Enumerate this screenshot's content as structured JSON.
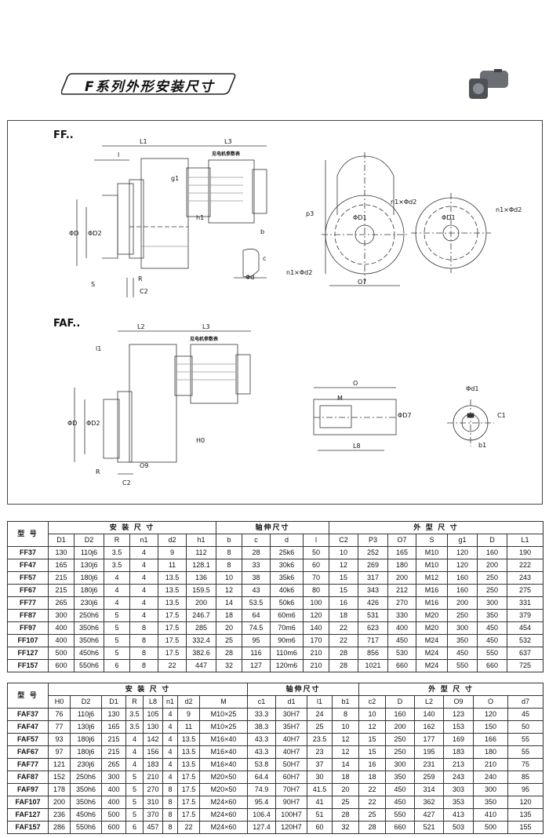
{
  "banner": {
    "title": "F系列外形安装尺寸"
  },
  "drawing": {
    "ff": {
      "title": "FF..",
      "labels": [
        "L1",
        "L3",
        "见电机参数表",
        "l",
        "g1",
        "h1",
        "ΦD",
        "ΦD2",
        "S",
        "R",
        "C2",
        "b",
        "c",
        "Φd",
        "p3",
        "ΦD1",
        "n1×Φd2",
        "n1×Φd2",
        "O7",
        "ΦD1",
        "n1×Φd2"
      ]
    },
    "faf": {
      "title": "FAF..",
      "labels": [
        "L2",
        "L3",
        "见电机参数表",
        "l1",
        "ΦD",
        "ΦD2",
        "H0",
        "R",
        "O9",
        "C2",
        "O",
        "M",
        "ΦD7",
        "L8",
        "Φd1",
        "C1",
        "b1"
      ]
    }
  },
  "ff_table": {
    "group_headers": [
      "型 号",
      "安 装 尺 寸",
      "轴伸尺寸",
      "外 型 尺 寸"
    ],
    "columns": [
      "D1",
      "D2",
      "R",
      "n1",
      "d2",
      "h1",
      "b",
      "c",
      "d",
      "l",
      "C2",
      "P3",
      "O7",
      "S",
      "g1",
      "D",
      "L1"
    ],
    "rows": [
      [
        "FF37",
        "130",
        "110j6",
        "3.5",
        "4",
        "9",
        "112",
        "8",
        "28",
        "25k6",
        "50",
        "10",
        "252",
        "165",
        "M10",
        "120",
        "160",
        "190"
      ],
      [
        "FF47",
        "165",
        "130j6",
        "3.5",
        "4",
        "11",
        "128.1",
        "8",
        "33",
        "30k6",
        "60",
        "12",
        "269",
        "180",
        "M10",
        "120",
        "200",
        "222"
      ],
      [
        "FF57",
        "215",
        "180j6",
        "4",
        "4",
        "13.5",
        "136",
        "10",
        "38",
        "35k6",
        "70",
        "15",
        "317",
        "200",
        "M12",
        "160",
        "250",
        "243"
      ],
      [
        "FF67",
        "215",
        "180j6",
        "4",
        "4",
        "13.5",
        "159.5",
        "12",
        "43",
        "40k6",
        "80",
        "15",
        "343",
        "212",
        "M16",
        "160",
        "250",
        "275"
      ],
      [
        "FF77",
        "265",
        "230j6",
        "4",
        "4",
        "13.5",
        "200",
        "14",
        "53.5",
        "50k6",
        "100",
        "16",
        "426",
        "270",
        "M16",
        "200",
        "300",
        "331"
      ],
      [
        "FF87",
        "300",
        "250h6",
        "5",
        "4",
        "17.5",
        "246.7",
        "18",
        "64",
        "60m6",
        "120",
        "18",
        "531",
        "330",
        "M20",
        "250",
        "350",
        "379"
      ],
      [
        "FF97",
        "400",
        "350h6",
        "5",
        "8",
        "17.5",
        "285",
        "20",
        "74.5",
        "70m6",
        "140",
        "22",
        "623",
        "400",
        "M20",
        "300",
        "450",
        "454"
      ],
      [
        "FF107",
        "400",
        "350h6",
        "5",
        "8",
        "17.5",
        "332.4",
        "25",
        "95",
        "90m6",
        "170",
        "22",
        "717",
        "450",
        "M24",
        "350",
        "450",
        "532"
      ],
      [
        "FF127",
        "500",
        "450h6",
        "5",
        "8",
        "17.5",
        "382.6",
        "28",
        "116",
        "110m6",
        "210",
        "28",
        "856",
        "530",
        "M24",
        "450",
        "550",
        "637"
      ],
      [
        "FF157",
        "600",
        "550h6",
        "6",
        "8",
        "22",
        "447",
        "32",
        "127",
        "120m6",
        "210",
        "28",
        "1021",
        "660",
        "M24",
        "550",
        "660",
        "725"
      ]
    ]
  },
  "faf_table": {
    "group_headers": [
      "型 号",
      "安 装 尺 寸",
      "轴伸尺寸",
      "外 型 尺 寸"
    ],
    "columns": [
      "H0",
      "D2",
      "D1",
      "R",
      "L8",
      "n1",
      "d2",
      "M",
      "c1",
      "d1",
      "l1",
      "b1",
      "c2",
      "D",
      "L2",
      "O9",
      "O",
      "d7"
    ],
    "rows": [
      [
        "FAF37",
        "76",
        "110j6",
        "130",
        "3.5",
        "105",
        "4",
        "9",
        "M10×25",
        "33.3",
        "30H7",
        "24",
        "8",
        "10",
        "160",
        "140",
        "123",
        "120",
        "45"
      ],
      [
        "FAF47",
        "77",
        "130j6",
        "165",
        "3.5",
        "130",
        "4",
        "11",
        "M10×25",
        "38.3",
        "35H7",
        "25",
        "10",
        "12",
        "200",
        "162",
        "153",
        "150",
        "50"
      ],
      [
        "FAF57",
        "93",
        "180j6",
        "215",
        "4",
        "142",
        "4",
        "13.5",
        "M16×40",
        "43.3",
        "40H7",
        "23.5",
        "12",
        "15",
        "250",
        "177",
        "169",
        "166",
        "55"
      ],
      [
        "FAF67",
        "97",
        "180j6",
        "215",
        "4",
        "156",
        "4",
        "13.5",
        "M16×40",
        "43.3",
        "40H7",
        "23",
        "12",
        "15",
        "250",
        "195",
        "183",
        "180",
        "55"
      ],
      [
        "FAF77",
        "121",
        "230j6",
        "265",
        "4",
        "183",
        "4",
        "13.5",
        "M16×40",
        "53.8",
        "50H7",
        "37",
        "14",
        "16",
        "300",
        "231",
        "213",
        "210",
        "75"
      ],
      [
        "FAF87",
        "152",
        "250h6",
        "300",
        "5",
        "210",
        "4",
        "17.5",
        "M20×50",
        "64.4",
        "60H7",
        "30",
        "18",
        "18",
        "350",
        "259",
        "243",
        "240",
        "85"
      ],
      [
        "FAF97",
        "178",
        "350h6",
        "400",
        "5",
        "270",
        "8",
        "17.5",
        "M20×50",
        "74.9",
        "70H7",
        "41.5",
        "20",
        "22",
        "450",
        "314",
        "303",
        "300",
        "95"
      ],
      [
        "FAF107",
        "200",
        "350h6",
        "400",
        "5",
        "310",
        "8",
        "17.5",
        "M24×60",
        "95.4",
        "90H7",
        "41",
        "25",
        "22",
        "450",
        "362",
        "353",
        "350",
        "120"
      ],
      [
        "FAF127",
        "236",
        "450h6",
        "500",
        "5",
        "370",
        "8",
        "17.5",
        "M24×60",
        "106.4",
        "100H7",
        "51",
        "28",
        "25",
        "550",
        "427",
        "413",
        "410",
        "135"
      ],
      [
        "FAF157",
        "286",
        "550h6",
        "600",
        "6",
        "457",
        "8",
        "22",
        "M24×60",
        "127.4",
        "120H7",
        "60",
        "32",
        "28",
        "660",
        "521",
        "503",
        "500",
        "155"
      ]
    ]
  }
}
